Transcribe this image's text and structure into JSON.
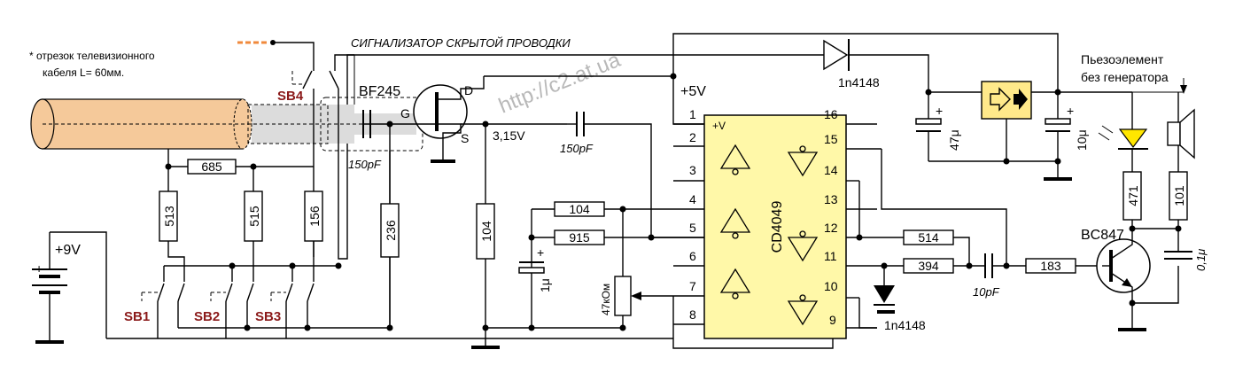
{
  "title": "СИГНАЛИЗАТОР СКРЫТОЙ ПРОВОДКИ",
  "watermark": "http://c2.at.ua",
  "cable_note": [
    "* отрезок телевизионного",
    "кабеля  L= 60мм."
  ],
  "piezo_note": [
    "Пьезоэлемент",
    "без генератора"
  ],
  "chip": {
    "name": "CD4049",
    "vplus": "+V",
    "pins": [
      "1",
      "2",
      "3",
      "4",
      "5",
      "6",
      "7",
      "8",
      "16",
      "15",
      "14",
      "13",
      "12",
      "11",
      "10",
      "9"
    ]
  },
  "transistors": {
    "fet": "BF245",
    "npn": "BC847",
    "d": "D",
    "g": "G",
    "s": "S"
  },
  "switches": {
    "sb1": "SB1",
    "sb2": "SB2",
    "sb3": "SB3",
    "sb4": "SB4"
  },
  "resistors": {
    "r685": "685",
    "r513": "513",
    "r515": "515",
    "r156": "156",
    "r236": "236",
    "r104a": "104",
    "r104b": "104",
    "r915": "915",
    "r514": "514",
    "r394": "394",
    "r183": "183",
    "r471": "471",
    "r101": "101",
    "pot": "47кОм"
  },
  "capacitors": {
    "c150a": "150pF",
    "c150b": "150pF",
    "c1u": "1μ",
    "c10pf": "10pF",
    "c47u": "47μ",
    "c10u": "10μ",
    "c01u": "0,1μ"
  },
  "diodes": {
    "d1": "1n4148",
    "d2": "1n4148"
  },
  "voltages": {
    "v5": "+5V",
    "v9": "+9V",
    "v315": "3,15V"
  },
  "signs": {
    "plus": "+"
  },
  "colors": {
    "chip_fill": "#fff8a8",
    "cable_fill": "#f5c99a",
    "shield_fill": "#dcdcdc",
    "sb_label": "#8b1a1a",
    "voltage_red": "#e00000",
    "led_fill": "#ffe600",
    "regulator_fill": "#ffe98a",
    "dash_orange": "#f08a3c"
  }
}
